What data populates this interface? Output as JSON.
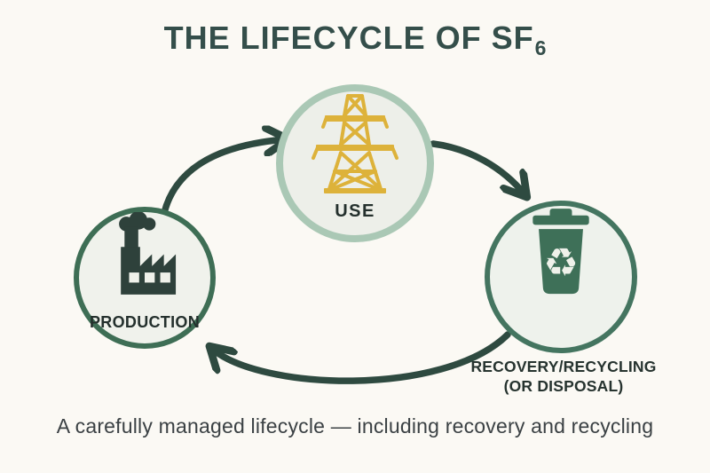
{
  "title": {
    "main": "THE LIFECYCLE OF SF",
    "subscript": "6"
  },
  "nodes": {
    "production": {
      "label": "PRODUCTION",
      "icon": "factory-icon"
    },
    "use": {
      "label": "USE",
      "icon": "transmission-tower-icon"
    },
    "recovery": {
      "label_line1": "RECOVERY/RECYCLING",
      "label_line2": "(OR DISPOSAL)",
      "icon": "recycling-bin-icon",
      "recycle_glyph": "♻"
    }
  },
  "caption": "A carefully managed lifecycle — including recovery and recycling",
  "colors": {
    "background": "#fbf9f4",
    "title_text": "#344e4a",
    "arrow": "#2e4a40",
    "production_ring": "#3e6e55",
    "use_ring": "#aac8b5",
    "recovery_ring": "#447560",
    "node_fill": "#eff1ea",
    "factory_icon": "#2e413b",
    "tower_icon": "#ddb23a",
    "bin_icon": "#3e7058",
    "node_label_text": "#24302d",
    "caption_text": "#3b4144"
  }
}
